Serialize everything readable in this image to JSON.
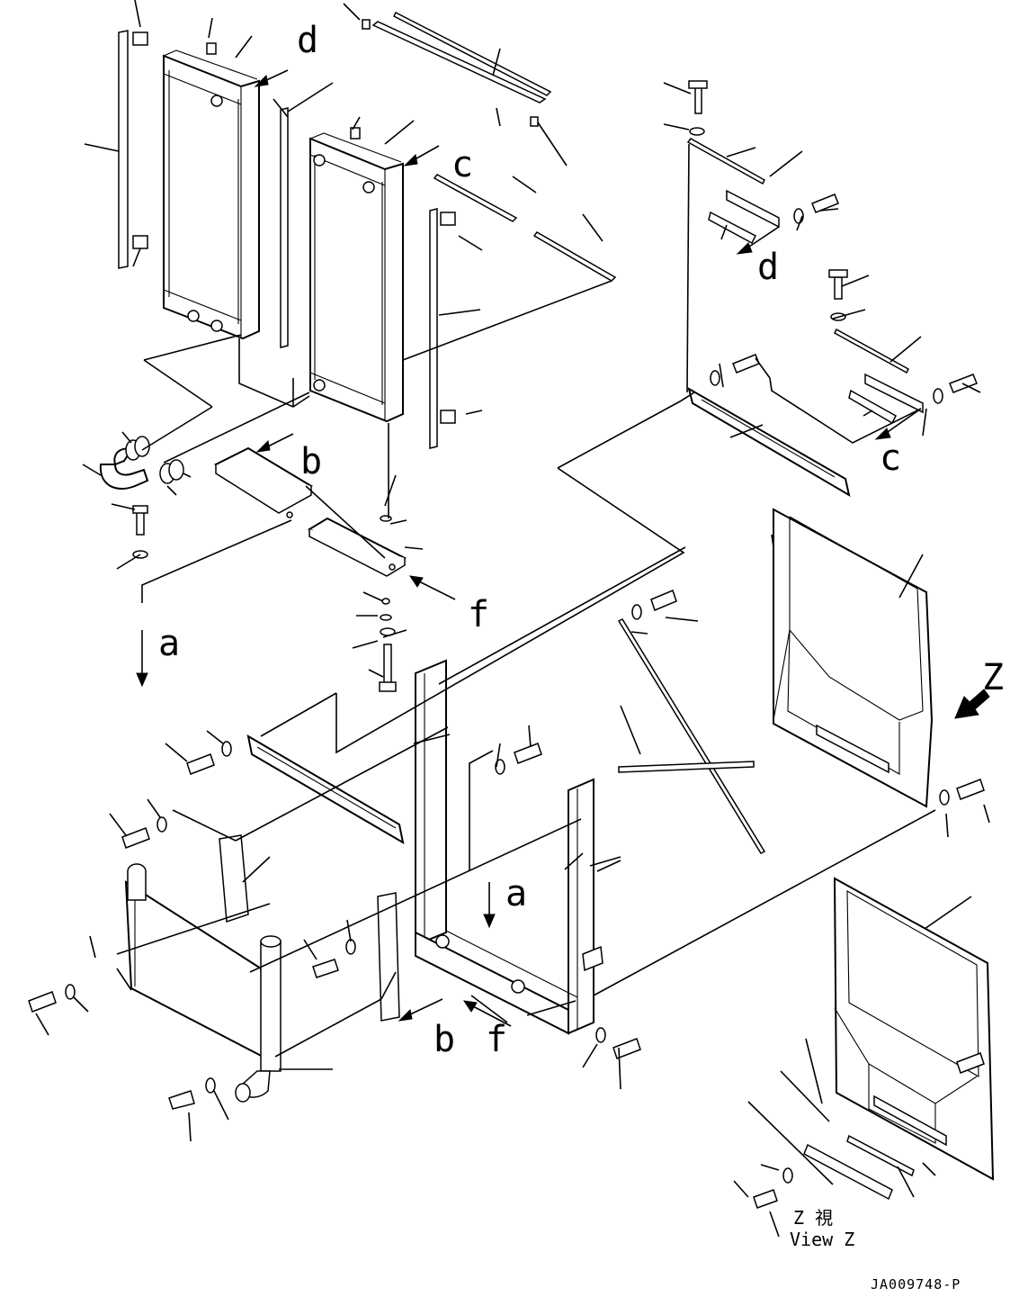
{
  "drawing_code": "JA009748-P",
  "view_labels": {
    "line1": "Z 視",
    "line2": "View Z"
  },
  "reference_letters": {
    "a": "a",
    "b": "b",
    "c": "c",
    "d": "d",
    "f": "f",
    "z": "Z"
  }
}
